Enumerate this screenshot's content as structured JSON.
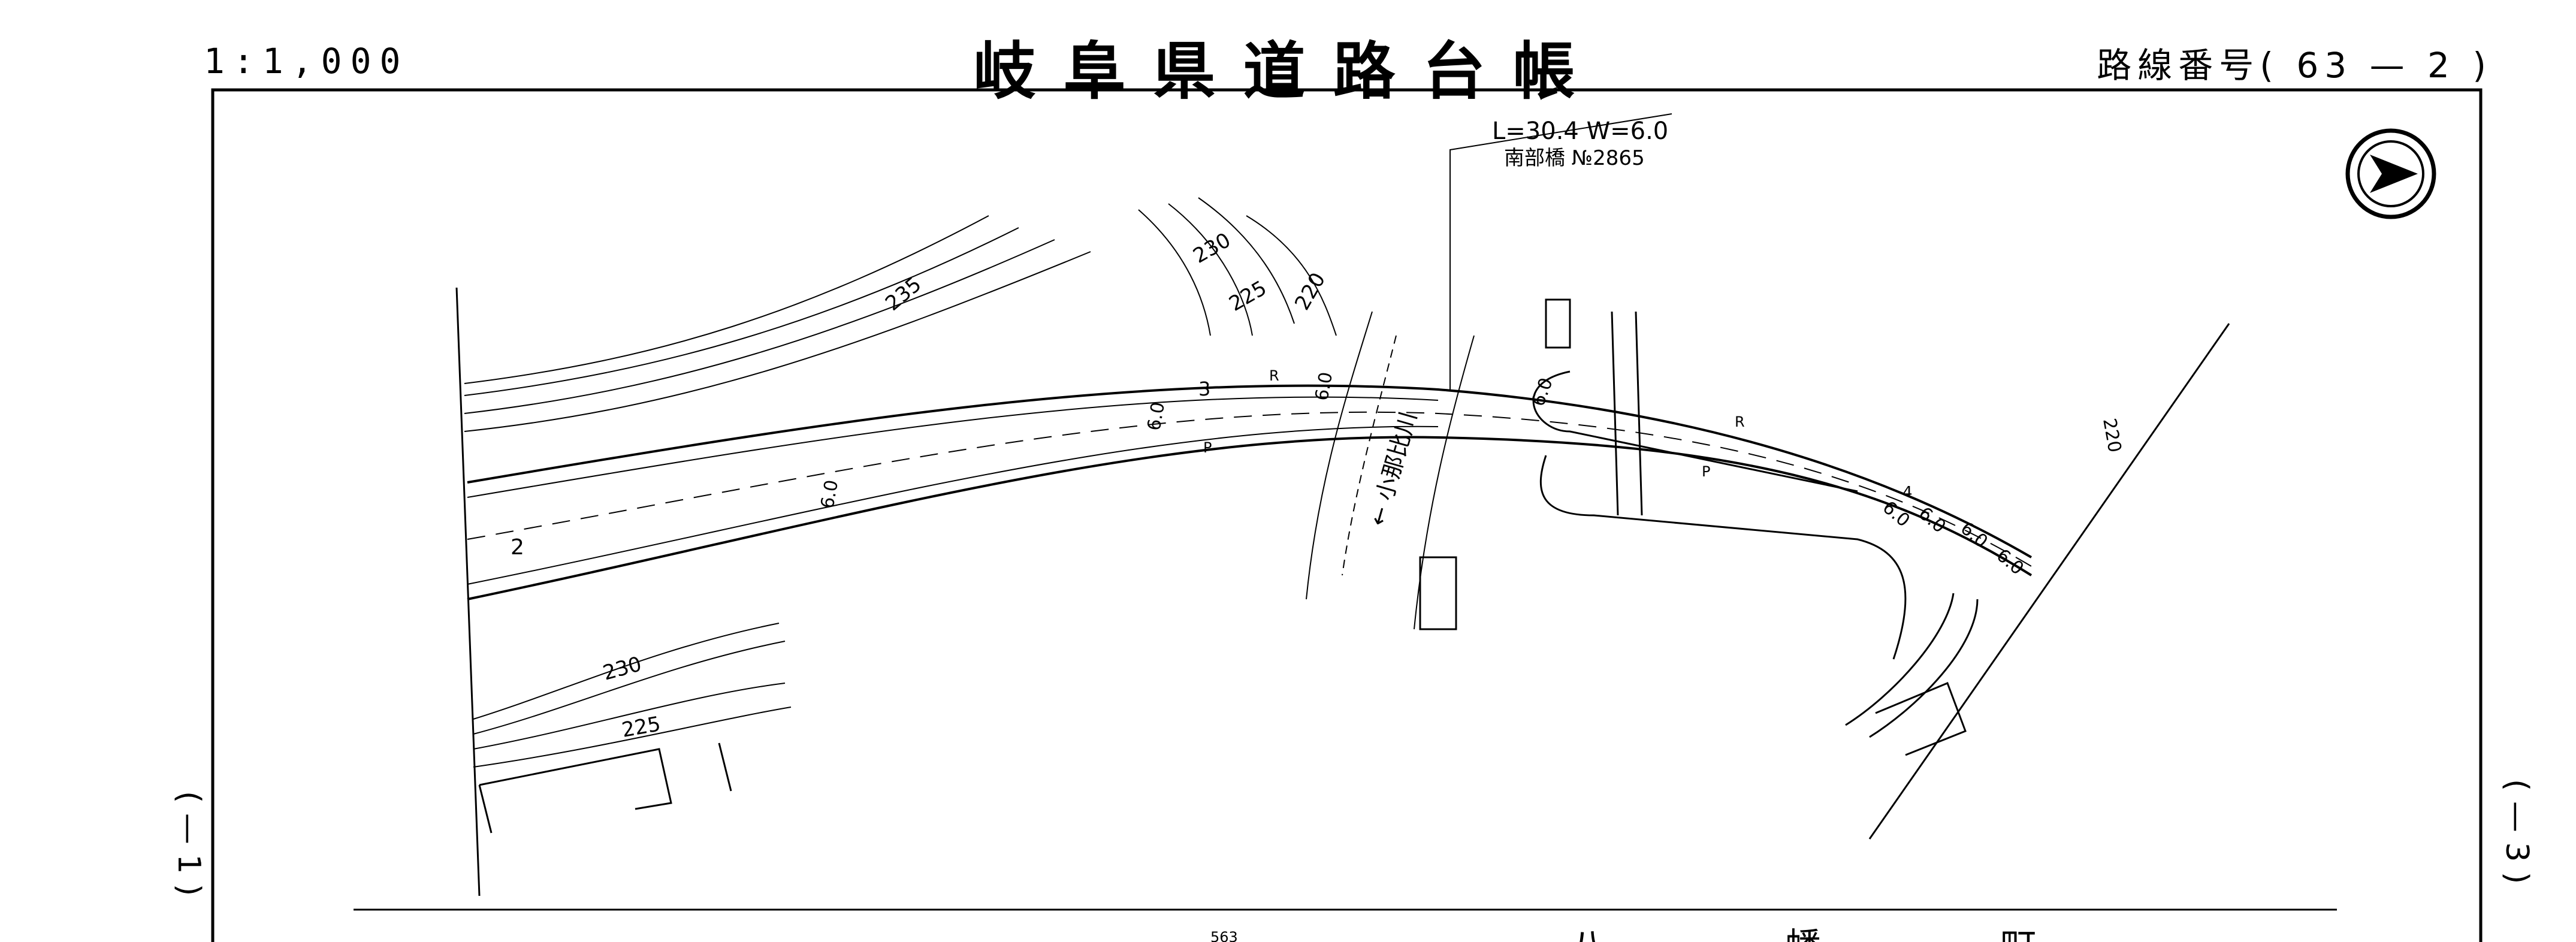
{
  "header": {
    "scale": "1:1,000",
    "title": "岐阜県道路台帳",
    "route_number": "路線番号( 63 — 2 )"
  },
  "map": {
    "bridge_dims": "L=30.4 W=6.0",
    "bridge_name": "南部橋 №2865",
    "river_label": "← 小那比川",
    "contours": [
      "235",
      "230",
      "225",
      "220",
      "230",
      "225",
      "220"
    ],
    "width_labels": [
      "6.0",
      "6.0",
      "6.0",
      "6.0",
      "6.0",
      "6.0",
      "6.0",
      "6.0"
    ],
    "misc_labels": {
      "left_width": "2",
      "lane_3": "3",
      "mark_r": "R",
      "mark_p": "P",
      "mark_4": "4"
    },
    "lot_number": "563",
    "town_name": "八 幡 町",
    "north_symbol": "north-arrow"
  },
  "edge_marks": {
    "left": "( — 1 )",
    "right": "( — 3 )"
  }
}
